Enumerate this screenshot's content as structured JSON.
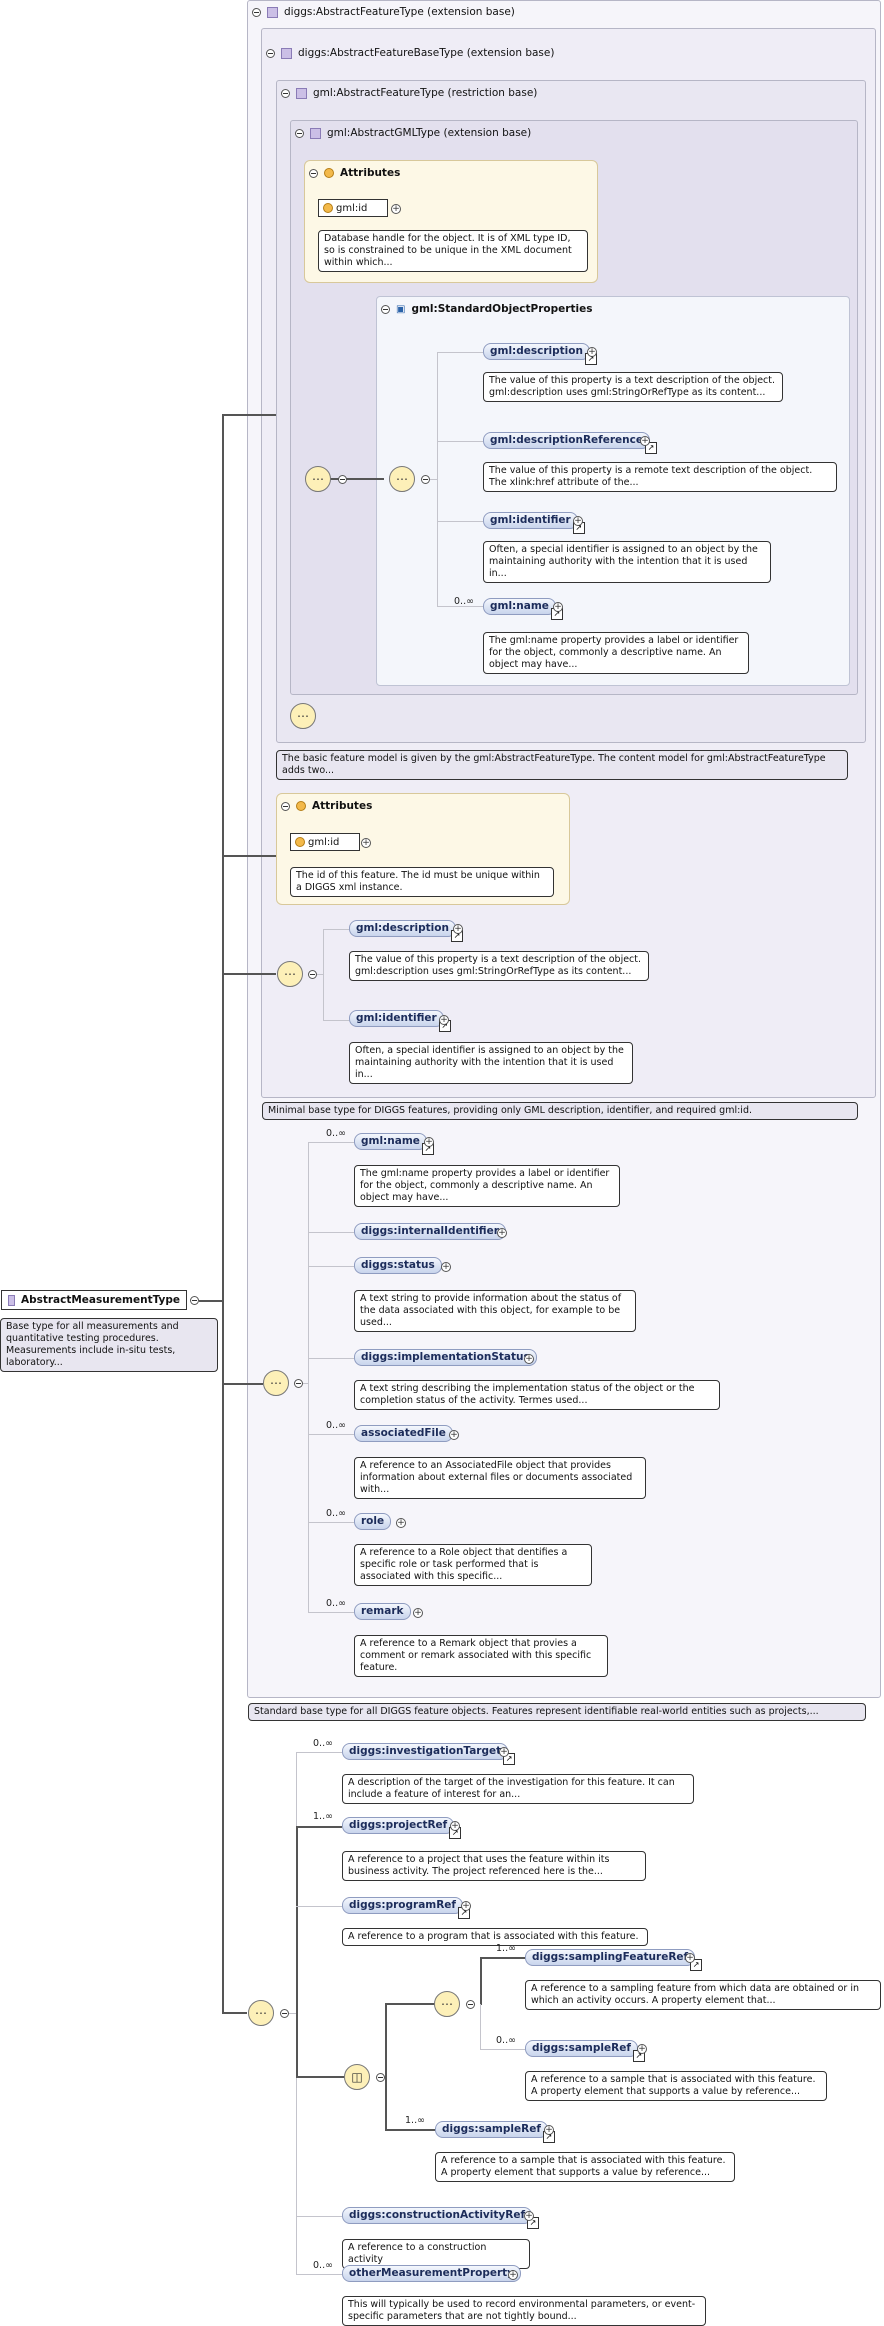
{
  "root": {
    "name": "AbstractMeasurementType",
    "doc": "Base type for all measurements and quantitative testing procedures. Measurements include in-situ tests, laboratory..."
  },
  "level1": {
    "title": "diggs:AbstractFeatureType (extension base)",
    "doc": "Standard base type for all DIGGS feature objects. Features represent identifiable real-world entities such as projects,..."
  },
  "level2": {
    "title": "diggs:AbstractFeatureBaseType (extension base)",
    "doc": "Minimal base type for DIGGS features, providing only GML description, identifier, and required gml:id."
  },
  "level3": {
    "title": "gml:AbstractFeatureType (restriction base)",
    "doc": "The basic feature model is given by the gml:AbstractFeatureType. The content model for gml:AbstractFeatureType adds two..."
  },
  "level4": {
    "title": "gml:AbstractGMLType (extension base)",
    "attributes_label": "Attributes",
    "attr_name": "gml:id",
    "attr_doc": "Database handle for the object. It is of XML type ID, so is constrained to be unique in the XML document within which..."
  },
  "sop": {
    "title": "gml:StandardObjectProperties",
    "items": [
      {
        "name": "gml:description",
        "doc": "The value of this property is a text description of the object. gml:description uses gml:StringOrRefType as its content..."
      },
      {
        "name": "gml:descriptionReference",
        "doc": "The value of this property is a remote text description of the object. The xlink:href attribute of the..."
      },
      {
        "name": "gml:identifier",
        "doc": "Often, a special identifier is assigned to an object by the maintaining authority with the intention that it is used in..."
      },
      {
        "name": "gml:name",
        "doc": "The gml:name property provides a label or identifier for the object, commonly a descriptive name. An object may have...",
        "card": "0..∞"
      }
    ]
  },
  "l2attrs": {
    "label": "Attributes",
    "attr_name": "gml:id",
    "attr_doc": "The id of this feature. The id must be unique within a DIGGS xml instance."
  },
  "l2seq": [
    {
      "name": "gml:description",
      "doc": "The value of this property is a text description of the object. gml:description uses gml:StringOrRefType as its content..."
    },
    {
      "name": "gml:identifier",
      "doc": "Often, a special identifier is assigned to an object by the maintaining authority with the intention that it is used in..."
    }
  ],
  "l1seq": [
    {
      "name": "gml:name",
      "card": "0..∞",
      "doc": "The gml:name property provides a label or identifier for the object, commonly a descriptive name. An object may have..."
    },
    {
      "name": "diggs:internalIdentifier",
      "card": "",
      "doc": ""
    },
    {
      "name": "diggs:status",
      "card": "",
      "doc": "A text string to provide information about the status of the data associated with this object, for example to be used..."
    },
    {
      "name": "diggs:implementationStatus",
      "card": "",
      "doc": "A text string describing the implementation status of the object or the completion status of the activity. Termes used..."
    },
    {
      "name": "associatedFile",
      "card": "0..∞",
      "doc": "A reference to an AssociatedFile object that provides information about external files or documents associated with..."
    },
    {
      "name": "role",
      "card": "0..∞",
      "doc": "A reference to a Role object that dentifies a specific role or task performed that is associated with this specific..."
    },
    {
      "name": "remark",
      "card": "0..∞",
      "doc": "A reference to a Remark object that provies a comment or remark associated with this specific feature."
    }
  ],
  "rootseq": [
    {
      "name": "diggs:investigationTarget",
      "card": "0..∞",
      "doc": "A description of the target of the investigation for this feature. It can include a feature of interest for an..."
    },
    {
      "name": "diggs:projectRef",
      "card": "1..∞",
      "doc": "A reference to a project that uses the feature within its business activity. The project referenced here is the..."
    },
    {
      "name": "diggs:programRef",
      "card": "",
      "doc": "A reference to a program that is associated with this feature."
    },
    {
      "name": "diggs:constructionActivityRef",
      "card": "",
      "doc": "A reference to a construction activity"
    },
    {
      "name": "otherMeasurementProperty",
      "card": "0..∞",
      "doc": "This will typically be used to record environmental parameters, or event-specific parameters that are not tightly bound..."
    }
  ],
  "choice": {
    "inner": [
      {
        "name": "diggs:samplingFeatureRef",
        "card": "1..∞",
        "doc": "A reference to a sampling feature from which data are obtained or in which an activity occurs. A property element that..."
      },
      {
        "name": "diggs:sampleRef",
        "card": "0..∞",
        "doc": "A reference to a sample that is associated with this feature. A property element that supports a value by reference..."
      }
    ],
    "outer": {
      "name": "diggs:sampleRef",
      "card": "1..∞",
      "doc": "A reference to a sample that is associated with this feature. A property element that supports a value by reference..."
    }
  },
  "icons": {
    "sequence": "sequence-icon",
    "choice": "choice-icon",
    "type": "complex-type-icon",
    "attribute": "attribute-icon",
    "reference": "reference-arrow-icon"
  }
}
